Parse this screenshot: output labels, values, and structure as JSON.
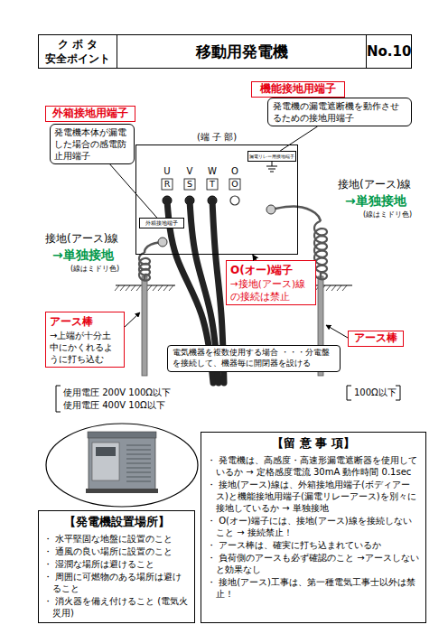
{
  "diagram": {
    "title": "移動用発電機",
    "nodes": [
      {
        "text": [
          "ク ボ タ 安全ポイント"
        ]
      },
      {
        "text": [
          "No.10"
        ]
      },
      {
        "text": [
          "機能接地用端子"
        ]
      },
      {
        "text": [
          "発電機の漏電遮断機を動作させるための接地用端子"
        ]
      },
      {
        "text": [
          "外箱接地用端子"
        ]
      },
      {
        "text": [
          "発電機本体が漏電した場合の感電防止用端子"
        ]
      },
      {
        "text": [
          "(端 子 部)"
        ]
      },
      {
        "text": [
          "漏電リレー用接地端子"
        ],
        "in": 6
      },
      {
        "text": [
          "外箱接地端子"
        ],
        "in": 6
      },
      {
        "text": [
          "O(オー)端子",
          "→接地(アース)線の接続は禁止"
        ]
      },
      {
        "text": [
          "アース棒",
          "→上端が十分土中にかくれるように打ち込む"
        ]
      },
      {
        "text": [
          "アース棒"
        ]
      },
      {
        "text": [
          "電気機器を複数使用する場合 ・・・分電盤を接続して、機器毎に開閉器を設ける"
        ]
      },
      {
        "text": [
          "【発電機設置場所】",
          "・ 水平堅固な地盤に設置のこと",
          "・ 通風の良い場所に設置のこと",
          "・ 湿潤な場所は避けること",
          "・ 周囲に可燃物のある場所は避けること",
          "・ 消火器を備え付けること (電気火災用)"
        ]
      },
      {
        "text": [
          "【留 意 事 項】",
          "・ 発電機は、高感度・高速形漏電遮断器を使用しているか → 定格感度電流 30mA 動作時間 0.1sec",
          "・ 接地(アース)線は、外箱接地用端子(ボディアース)と機能接地用端子(漏電リレーアース)を別々に接地しているか → 単独接地",
          "・ O(オー)端子には、接地(アース)線を接続しないこと → 接続禁止！",
          "・ アース棒は、確実に打ち込まれているか",
          "・ 負荷側のアースも必ず確認のこと →アースしないと効果なし",
          "・ 接地(アース)工事は、第一種電気工事士以外は禁止！"
        ]
      }
    ],
    "edges": [
      {
        "from": 3,
        "to": 7,
        "arrow": "none"
      },
      {
        "from": 5,
        "to": 8,
        "arrow": "none"
      },
      {
        "from": 9,
        "to": 6,
        "arrow": "to"
      }
    ],
    "labels": [
      "U",
      "V",
      "W",
      "O",
      "R",
      "S",
      "T",
      "O",
      "接地(アース)線",
      "→単独接地",
      "(線はミドリ色)",
      "接地(アース)線",
      "→単独接地",
      "(線はミドリ色)",
      "使用電圧 200V 100Ω以下",
      "使用電圧 400V 10Ω以下",
      "100Ω以下"
    ]
  }
}
